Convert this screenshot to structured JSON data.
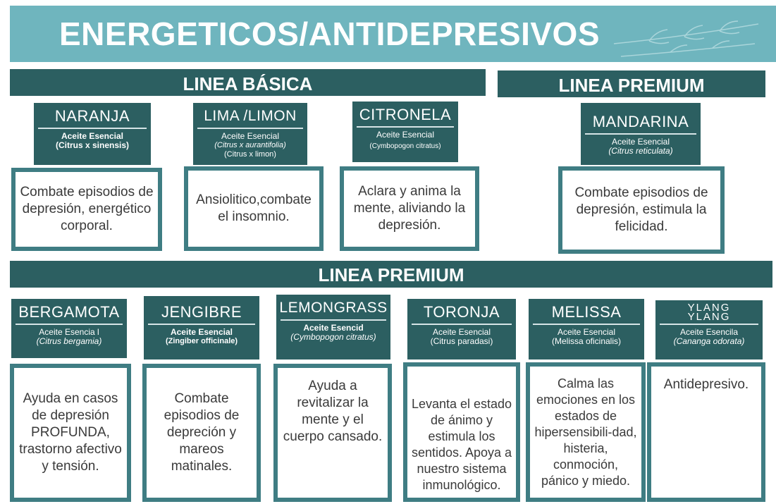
{
  "title": "ENERGETICOS/ANTIDEPRESIVOS",
  "sections": {
    "basic": "LINEA BÁSICA",
    "premium_top": "LINEA PREMIUM",
    "premium_bottom": "LINEA PREMIUM"
  },
  "basic_cards": [
    {
      "name": "NARANJA",
      "sub": "Aceite Esencial",
      "sci": "(Citrus x sinensis)",
      "sci2": "",
      "desc": "Combate episodios de depresión, energético corporal."
    },
    {
      "name": "LIMA /LIMON",
      "sub": "Aceite Esencial",
      "sci": "(Citrus x aurantifolia)",
      "sci2": "(Citrus x limon)",
      "desc": "Ansiolitico,combate el insomnio."
    },
    {
      "name": "CITRONELA",
      "sub": "Aceite Esencial",
      "sci": "(Cymbopogon citratus)",
      "sci2": "",
      "desc": "Aclara y anima la mente, aliviando la depresión."
    }
  ],
  "premium_top_card": {
    "name": "MANDARINA",
    "sub": "Aceite Esencial",
    "sci": "(Citrus reticulata)",
    "desc": "Combate episodios de depresión, estimula la felicidad."
  },
  "premium_cards": [
    {
      "name": "BERGAMOTA",
      "sub": "Aceite Esencia l",
      "sci": "(Citrus bergamia)",
      "desc": "Ayuda en casos de depresión PROFUNDA, trastorno afectivo y tensión."
    },
    {
      "name": "JENGIBRE",
      "sub": "Aceite Esencial",
      "sci": "(Zingiber officinale)",
      "desc": "Combate episodios de depreción y mareos matinales."
    },
    {
      "name": "LEMONGRASS",
      "sub": "Aceite Esencid",
      "sci": "(Cymbopogon citratus)",
      "desc": "Ayuda a revitalizar la mente y el cuerpo cansado."
    },
    {
      "name": "TORONJA",
      "sub": "Aceite Esencial",
      "sci": "(Citrus paradasi)",
      "desc": "Levanta el estado de ánimo y estimula los sentidos. Apoya a nuestro sistema inmunológico."
    },
    {
      "name": "MELISSA",
      "sub": "Aceite Esencial",
      "sci": "(Melissa oficinalis)",
      "desc": "Calma las emociones en los estados de hipersensibili-dad, histeria, conmoción, pánico y miedo."
    },
    {
      "name": "YLANG YLANG",
      "sub": "Aceite Esencila",
      "sci": "(Cananga odorata)",
      "desc": "Antidepresivo."
    }
  ],
  "colors": {
    "banner": "#6fb5be",
    "dark": "#2c5f61",
    "border": "#3f7d83"
  }
}
